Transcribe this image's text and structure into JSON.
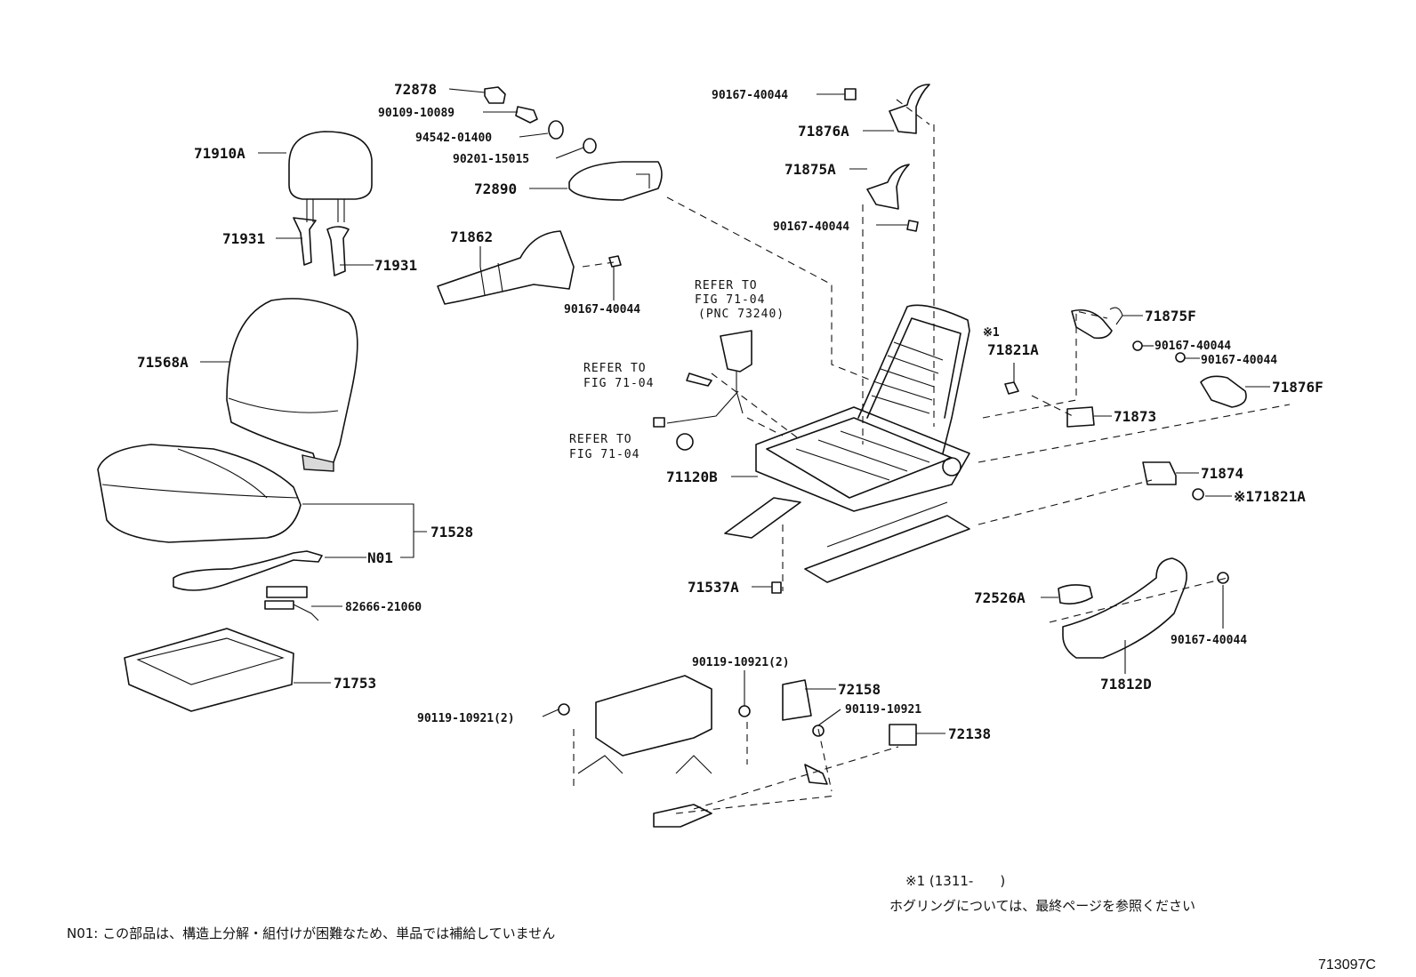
{
  "labels": {
    "p72878": "72878",
    "p90109": "90109-10089",
    "p94542": "94542-01400",
    "p90201": "90201-15015",
    "p71910A": "71910A",
    "p72890": "72890",
    "p71931a": "71931",
    "p71931b": "71931",
    "p71862": "71862",
    "p90167_a": "90167-40044",
    "p71568A": "71568A",
    "p71528": "71528",
    "pN01": "N01",
    "p82666": "82666-21060",
    "p71753": "71753",
    "p90167_top": "90167-40044",
    "p71876A": "71876A",
    "p71875A": "71875A",
    "p90167_b": "90167-40044",
    "p71120B": "71120B",
    "p71537A": "71537A",
    "p71875F": "71875F",
    "p90167_c": "90167-40044",
    "p90167_d": "90167-40044",
    "p71876F": "71876F",
    "p71821A": "71821A",
    "p71873": "71873",
    "p71874": "71874",
    "p71821A_b": "※171821A",
    "p72526A": "72526A",
    "p90167_e": "90167-40044",
    "p71812D": "71812D",
    "p90119_a": "90119-10921(2)",
    "p72158": "72158",
    "p90119_b": "90119-10921(2)",
    "p90119_c": "90119-10921",
    "p72138": "72138",
    "star1": "※1"
  },
  "references": {
    "ref1_l1": "REFER TO",
    "ref1_l2": "FIG 71-04",
    "ref1_l3": "(PNC 73240)",
    "ref2_l1": "REFER TO",
    "ref2_l2": "FIG 71-04",
    "ref3_l1": "REFER TO",
    "ref3_l2": "FIG 71-04"
  },
  "notes": {
    "note1_line1": "※1 (1311-　　)",
    "note1_line2": "ホグリングについては、最終ページを参照ください",
    "n01_note": "N01: この部品は、構造上分解・組付けが困難なため、単品では補給していません",
    "figure_code": "713097C"
  }
}
